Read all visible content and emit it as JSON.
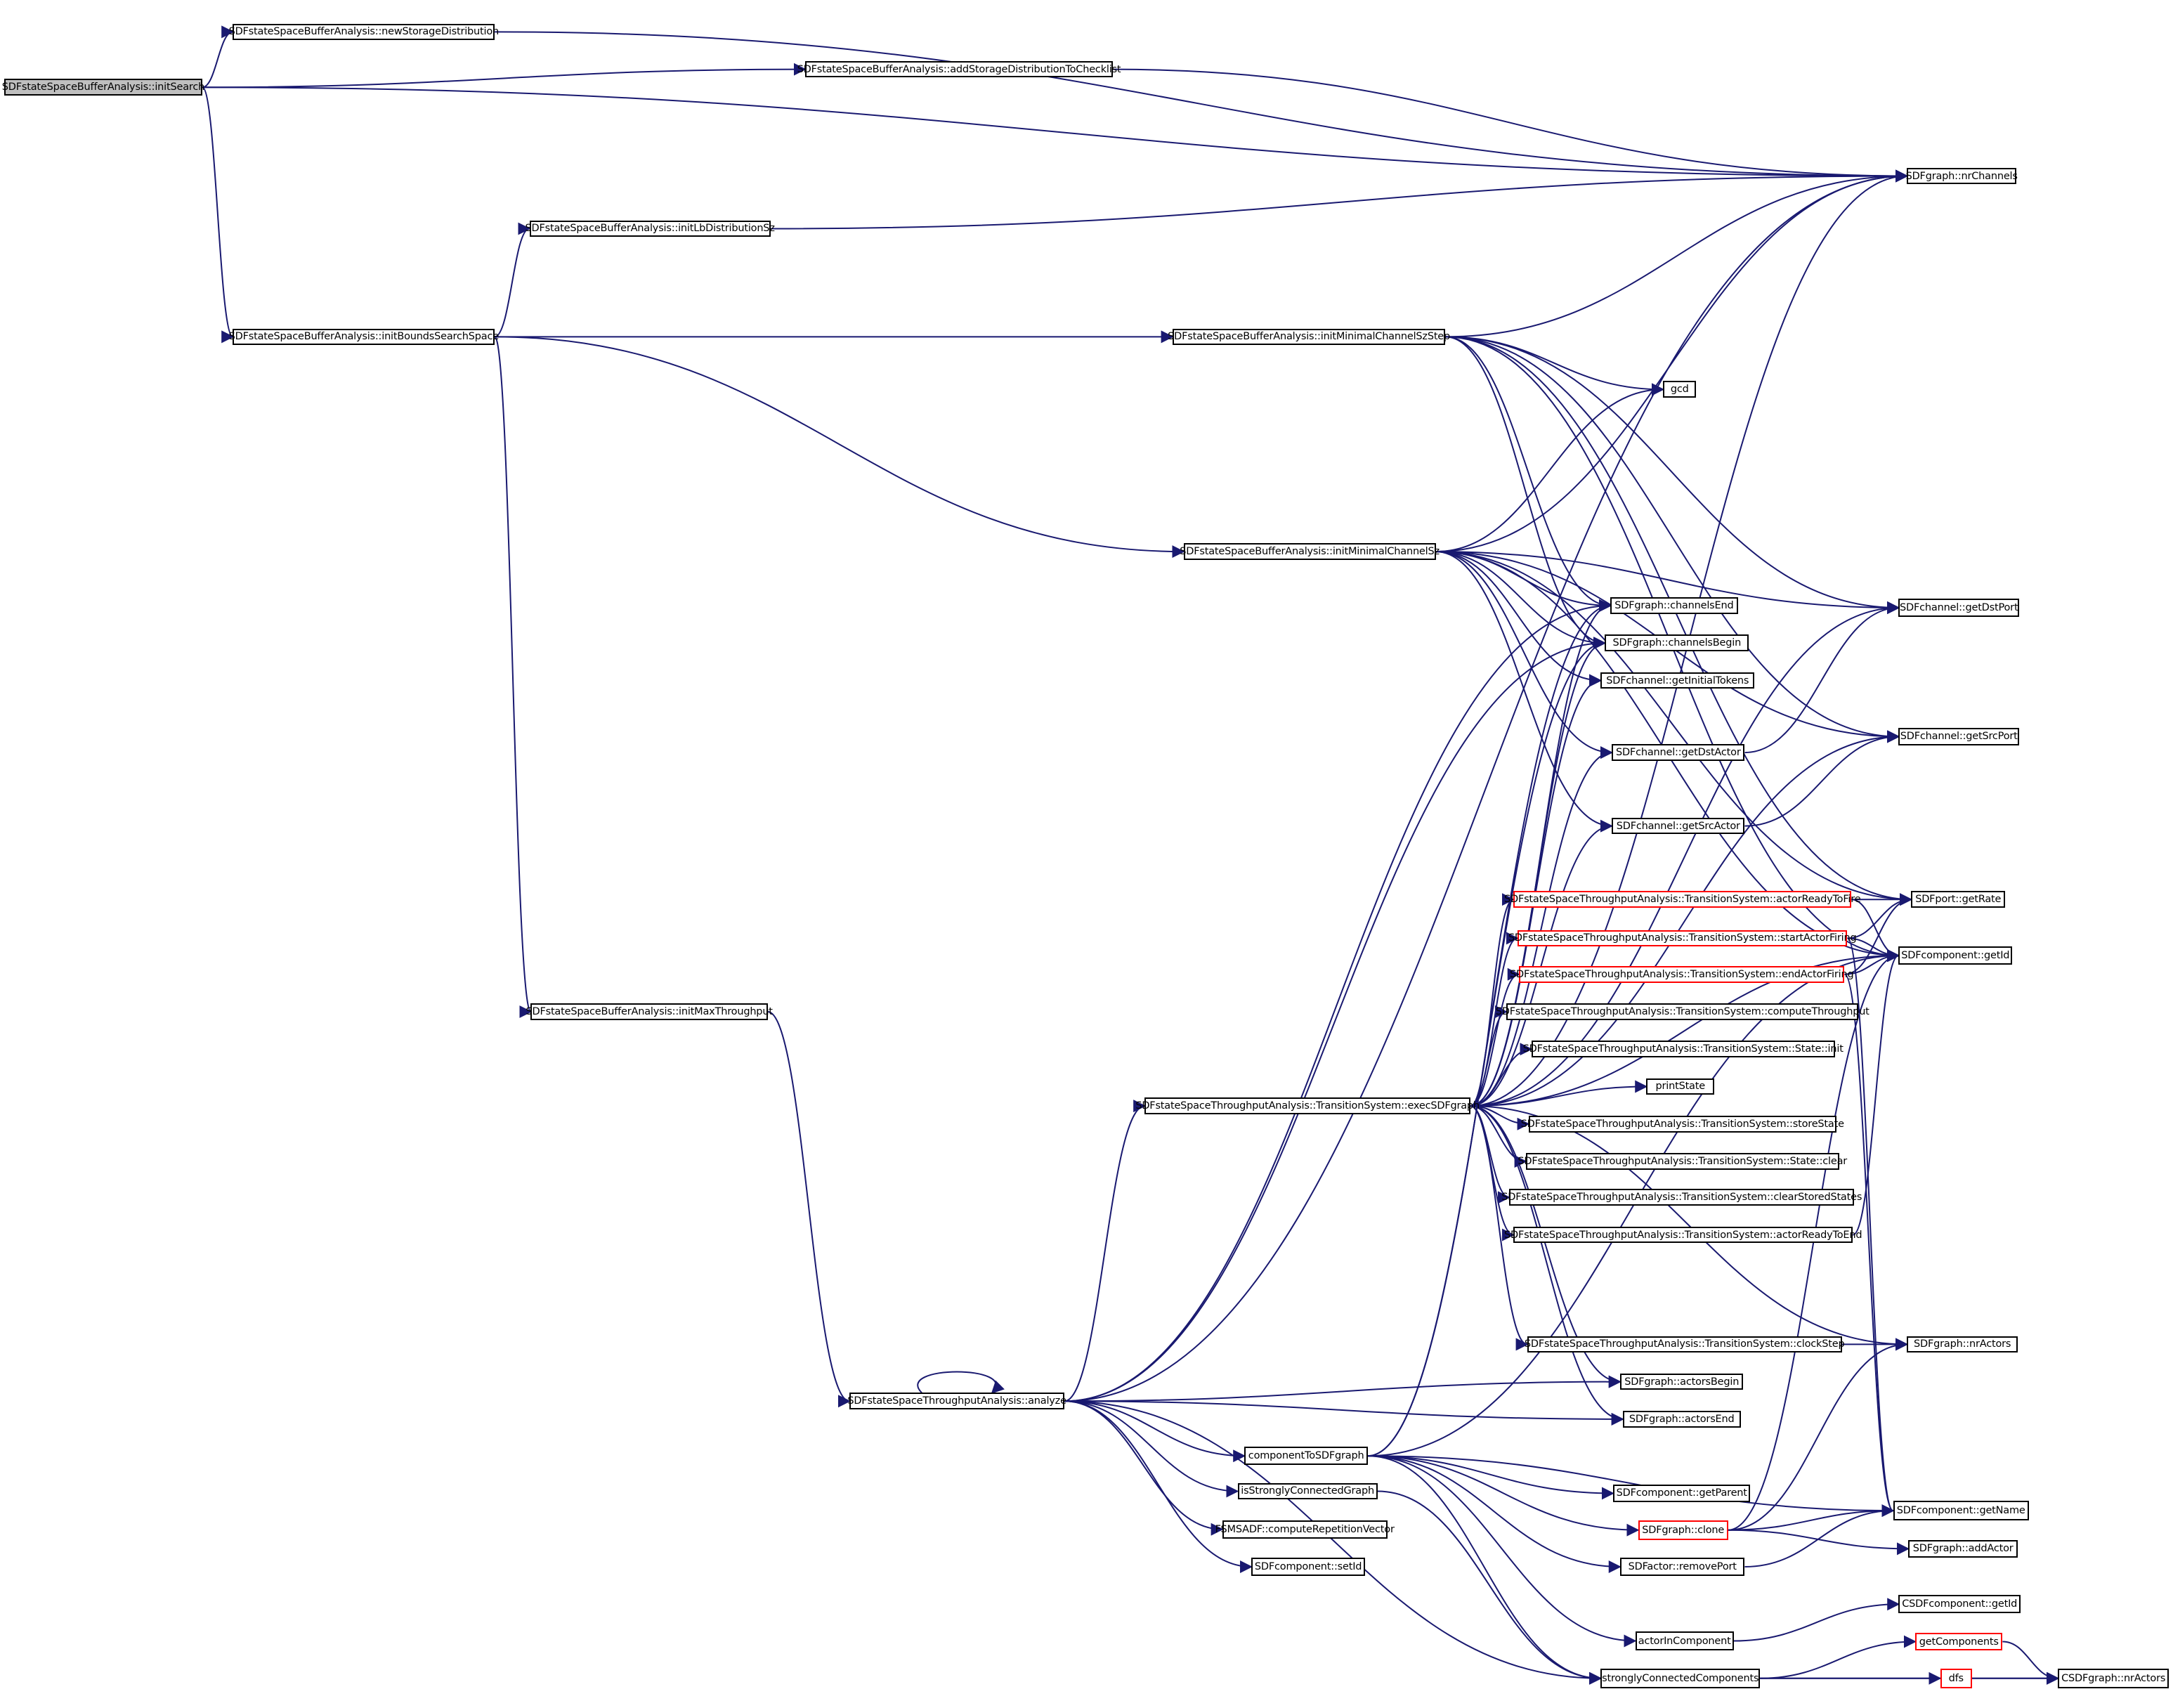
{
  "diagram": {
    "type": "call-graph",
    "colors": {
      "edge": "#191970",
      "node_border": "#000000",
      "truncated_border": "#ff0000",
      "root_fill": "#bfbfbf",
      "node_fill": "#ffffff"
    },
    "nodes": [
      {
        "id": "initSearch",
        "label": "SDFstateSpaceBufferAnalysis::initSearch",
        "style": "root"
      },
      {
        "id": "newStorageDistribution",
        "label": "SDFstateSpaceBufferAnalysis::newStorageDistribution",
        "style": "normal"
      },
      {
        "id": "addStorageDistributionToChecklist",
        "label": "SDFstateSpaceBufferAnalysis::addStorageDistributionToChecklist",
        "style": "normal"
      },
      {
        "id": "nrChannels",
        "label": "SDFgraph::nrChannels",
        "style": "normal"
      },
      {
        "id": "initLbDistributionSz",
        "label": "SDFstateSpaceBufferAnalysis::initLbDistributionSz",
        "style": "normal"
      },
      {
        "id": "initBoundsSearchSpace",
        "label": "SDFstateSpaceBufferAnalysis::initBoundsSearchSpace",
        "style": "normal"
      },
      {
        "id": "initMinimalChannelSzStep",
        "label": "SDFstateSpaceBufferAnalysis::initMinimalChannelSzStep",
        "style": "normal"
      },
      {
        "id": "gcd",
        "label": "gcd",
        "style": "normal"
      },
      {
        "id": "initMinimalChannelSz",
        "label": "SDFstateSpaceBufferAnalysis::initMinimalChannelSz",
        "style": "normal"
      },
      {
        "id": "channelsEnd",
        "label": "SDFgraph::channelsEnd",
        "style": "normal"
      },
      {
        "id": "getDstPort",
        "label": "SDFchannel::getDstPort",
        "style": "normal"
      },
      {
        "id": "channelsBegin",
        "label": "SDFgraph::channelsBegin",
        "style": "normal"
      },
      {
        "id": "getInitialTokens",
        "label": "SDFchannel::getInitialTokens",
        "style": "normal"
      },
      {
        "id": "getDstActor",
        "label": "SDFchannel::getDstActor",
        "style": "normal"
      },
      {
        "id": "getSrcPort",
        "label": "SDFchannel::getSrcPort",
        "style": "normal"
      },
      {
        "id": "getSrcActor",
        "label": "SDFchannel::getSrcActor",
        "style": "normal"
      },
      {
        "id": "actorReadyToFire",
        "label": "SDFstateSpaceThroughputAnalysis::TransitionSystem::actorReadyToFire",
        "style": "truncated"
      },
      {
        "id": "getRate",
        "label": "SDFport::getRate",
        "style": "normal"
      },
      {
        "id": "startActorFiring",
        "label": "SDFstateSpaceThroughputAnalysis::TransitionSystem::startActorFiring",
        "style": "truncated"
      },
      {
        "id": "getId",
        "label": "SDFcomponent::getId",
        "style": "normal"
      },
      {
        "id": "endActorFiring",
        "label": "SDFstateSpaceThroughputAnalysis::TransitionSystem::endActorFiring",
        "style": "truncated"
      },
      {
        "id": "initMaxThroughput",
        "label": "SDFstateSpaceBufferAnalysis::initMaxThroughput",
        "style": "normal"
      },
      {
        "id": "computeThroughput",
        "label": "SDFstateSpaceThroughputAnalysis::TransitionSystem::computeThroughput",
        "style": "normal"
      },
      {
        "id": "stateInit",
        "label": "SDFstateSpaceThroughputAnalysis::TransitionSystem::State::init",
        "style": "normal"
      },
      {
        "id": "printState",
        "label": "printState",
        "style": "normal"
      },
      {
        "id": "execSDFgraph",
        "label": "SDFstateSpaceThroughputAnalysis::TransitionSystem::execSDFgraph",
        "style": "normal"
      },
      {
        "id": "storeState",
        "label": "SDFstateSpaceThroughputAnalysis::TransitionSystem::storeState",
        "style": "normal"
      },
      {
        "id": "stateClear",
        "label": "SDFstateSpaceThroughputAnalysis::TransitionSystem::State::clear",
        "style": "normal"
      },
      {
        "id": "clearStoredStates",
        "label": "SDFstateSpaceThroughputAnalysis::TransitionSystem::clearStoredStates",
        "style": "normal"
      },
      {
        "id": "actorReadyToEnd",
        "label": "SDFstateSpaceThroughputAnalysis::TransitionSystem::actorReadyToEnd",
        "style": "normal"
      },
      {
        "id": "clockStep",
        "label": "SDFstateSpaceThroughputAnalysis::TransitionSystem::clockStep",
        "style": "normal"
      },
      {
        "id": "nrActors",
        "label": "SDFgraph::nrActors",
        "style": "normal"
      },
      {
        "id": "actorsBegin",
        "label": "SDFgraph::actorsBegin",
        "style": "normal"
      },
      {
        "id": "analyze",
        "label": "SDFstateSpaceThroughputAnalysis::analyze",
        "style": "normal"
      },
      {
        "id": "actorsEnd",
        "label": "SDFgraph::actorsEnd",
        "style": "normal"
      },
      {
        "id": "componentToSDFgraph",
        "label": "componentToSDFgraph",
        "style": "normal"
      },
      {
        "id": "getParent",
        "label": "SDFcomponent::getParent",
        "style": "normal"
      },
      {
        "id": "isStronglyConnectedGraph",
        "label": "isStronglyConnectedGraph",
        "style": "normal"
      },
      {
        "id": "clone",
        "label": "SDFgraph::clone",
        "style": "truncated"
      },
      {
        "id": "getName",
        "label": "SDFcomponent::getName",
        "style": "normal"
      },
      {
        "id": "computeRepetitionVector",
        "label": "FSMSADF::computeRepetitionVector",
        "style": "normal"
      },
      {
        "id": "addActor",
        "label": "SDFgraph::addActor",
        "style": "normal"
      },
      {
        "id": "removePort",
        "label": "SDFactor::removePort",
        "style": "normal"
      },
      {
        "id": "setId",
        "label": "SDFcomponent::setId",
        "style": "normal"
      },
      {
        "id": "csdfGetId",
        "label": "CSDFcomponent::getId",
        "style": "normal"
      },
      {
        "id": "actorInComponent",
        "label": "actorInComponent",
        "style": "normal"
      },
      {
        "id": "getComponents",
        "label": "getComponents",
        "style": "truncated"
      },
      {
        "id": "dfs",
        "label": "dfs",
        "style": "truncated"
      },
      {
        "id": "stronglyConnectedComponents",
        "label": "stronglyConnectedComponents",
        "style": "normal"
      },
      {
        "id": "csdfNrActors",
        "label": "CSDFgraph::nrActors",
        "style": "normal"
      }
    ],
    "edges": [
      [
        "initSearch",
        "newStorageDistribution"
      ],
      [
        "initSearch",
        "addStorageDistributionToChecklist"
      ],
      [
        "initSearch",
        "nrChannels"
      ],
      [
        "initSearch",
        "initBoundsSearchSpace"
      ],
      [
        "newStorageDistribution",
        "nrChannels"
      ],
      [
        "addStorageDistributionToChecklist",
        "nrChannels"
      ],
      [
        "initBoundsSearchSpace",
        "initLbDistributionSz"
      ],
      [
        "initBoundsSearchSpace",
        "initMinimalChannelSzStep"
      ],
      [
        "initBoundsSearchSpace",
        "initMinimalChannelSz"
      ],
      [
        "initBoundsSearchSpace",
        "initMaxThroughput"
      ],
      [
        "initLbDistributionSz",
        "nrChannels"
      ],
      [
        "initMinimalChannelSzStep",
        "nrChannels"
      ],
      [
        "initMinimalChannelSzStep",
        "gcd"
      ],
      [
        "initMinimalChannelSzStep",
        "channelsEnd"
      ],
      [
        "initMinimalChannelSzStep",
        "channelsBegin"
      ],
      [
        "initMinimalChannelSzStep",
        "getDstPort"
      ],
      [
        "initMinimalChannelSzStep",
        "getSrcPort"
      ],
      [
        "initMinimalChannelSzStep",
        "getRate"
      ],
      [
        "initMinimalChannelSzStep",
        "getId"
      ],
      [
        "initMinimalChannelSz",
        "nrChannels"
      ],
      [
        "initMinimalChannelSz",
        "gcd"
      ],
      [
        "initMinimalChannelSz",
        "channelsEnd"
      ],
      [
        "initMinimalChannelSz",
        "channelsBegin"
      ],
      [
        "initMinimalChannelSz",
        "getInitialTokens"
      ],
      [
        "initMinimalChannelSz",
        "getDstActor"
      ],
      [
        "initMinimalChannelSz",
        "getSrcActor"
      ],
      [
        "initMinimalChannelSz",
        "getDstPort"
      ],
      [
        "initMinimalChannelSz",
        "getSrcPort"
      ],
      [
        "initMinimalChannelSz",
        "getRate"
      ],
      [
        "initMinimalChannelSz",
        "getId"
      ],
      [
        "getDstActor",
        "getDstPort"
      ],
      [
        "getSrcActor",
        "getSrcPort"
      ],
      [
        "initMaxThroughput",
        "analyze"
      ],
      [
        "analyze",
        "analyze"
      ],
      [
        "analyze",
        "nrChannels"
      ],
      [
        "analyze",
        "channelsEnd"
      ],
      [
        "analyze",
        "channelsBegin"
      ],
      [
        "analyze",
        "execSDFgraph"
      ],
      [
        "analyze",
        "actorsBegin"
      ],
      [
        "analyze",
        "actorsEnd"
      ],
      [
        "analyze",
        "componentToSDFgraph"
      ],
      [
        "analyze",
        "isStronglyConnectedGraph"
      ],
      [
        "analyze",
        "computeRepetitionVector"
      ],
      [
        "analyze",
        "setId"
      ],
      [
        "analyze",
        "stronglyConnectedComponents"
      ],
      [
        "execSDFgraph",
        "nrChannels"
      ],
      [
        "execSDFgraph",
        "channelsEnd"
      ],
      [
        "execSDFgraph",
        "channelsBegin"
      ],
      [
        "execSDFgraph",
        "getInitialTokens"
      ],
      [
        "execSDFgraph",
        "getDstActor"
      ],
      [
        "execSDFgraph",
        "getSrcActor"
      ],
      [
        "execSDFgraph",
        "getDstPort"
      ],
      [
        "execSDFgraph",
        "getSrcPort"
      ],
      [
        "execSDFgraph",
        "actorReadyToFire"
      ],
      [
        "execSDFgraph",
        "startActorFiring"
      ],
      [
        "execSDFgraph",
        "endActorFiring"
      ],
      [
        "execSDFgraph",
        "computeThroughput"
      ],
      [
        "execSDFgraph",
        "stateInit"
      ],
      [
        "execSDFgraph",
        "printState"
      ],
      [
        "execSDFgraph",
        "storeState"
      ],
      [
        "execSDFgraph",
        "stateClear"
      ],
      [
        "execSDFgraph",
        "clearStoredStates"
      ],
      [
        "execSDFgraph",
        "actorReadyToEnd"
      ],
      [
        "execSDFgraph",
        "clockStep"
      ],
      [
        "execSDFgraph",
        "nrActors"
      ],
      [
        "execSDFgraph",
        "actorsBegin"
      ],
      [
        "execSDFgraph",
        "actorsEnd"
      ],
      [
        "execSDFgraph",
        "getId"
      ],
      [
        "actorReadyToFire",
        "getRate"
      ],
      [
        "actorReadyToFire",
        "getId"
      ],
      [
        "startActorFiring",
        "getRate"
      ],
      [
        "startActorFiring",
        "getId"
      ],
      [
        "startActorFiring",
        "getName"
      ],
      [
        "endActorFiring",
        "getRate"
      ],
      [
        "endActorFiring",
        "getId"
      ],
      [
        "endActorFiring",
        "getName"
      ],
      [
        "actorReadyToEnd",
        "getId"
      ],
      [
        "clockStep",
        "nrActors"
      ],
      [
        "componentToSDFgraph",
        "channelsEnd"
      ],
      [
        "componentToSDFgraph",
        "channelsBegin"
      ],
      [
        "componentToSDFgraph",
        "getId"
      ],
      [
        "componentToSDFgraph",
        "getParent"
      ],
      [
        "componentToSDFgraph",
        "clone"
      ],
      [
        "componentToSDFgraph",
        "removePort"
      ],
      [
        "componentToSDFgraph",
        "getName"
      ],
      [
        "componentToSDFgraph",
        "actorInComponent"
      ],
      [
        "componentToSDFgraph",
        "stronglyConnectedComponents"
      ],
      [
        "isStronglyConnectedGraph",
        "stronglyConnectedComponents"
      ],
      [
        "clone",
        "getName"
      ],
      [
        "clone",
        "addActor"
      ],
      [
        "clone",
        "nrActors"
      ],
      [
        "clone",
        "getId"
      ],
      [
        "removePort",
        "getName"
      ],
      [
        "actorInComponent",
        "csdfGetId"
      ],
      [
        "stronglyConnectedComponents",
        "getComponents"
      ],
      [
        "stronglyConnectedComponents",
        "dfs"
      ],
      [
        "stronglyConnectedComponents",
        "csdfNrActors"
      ],
      [
        "getComponents",
        "csdfNrActors"
      ],
      [
        "dfs",
        "csdfNrActors"
      ]
    ]
  }
}
